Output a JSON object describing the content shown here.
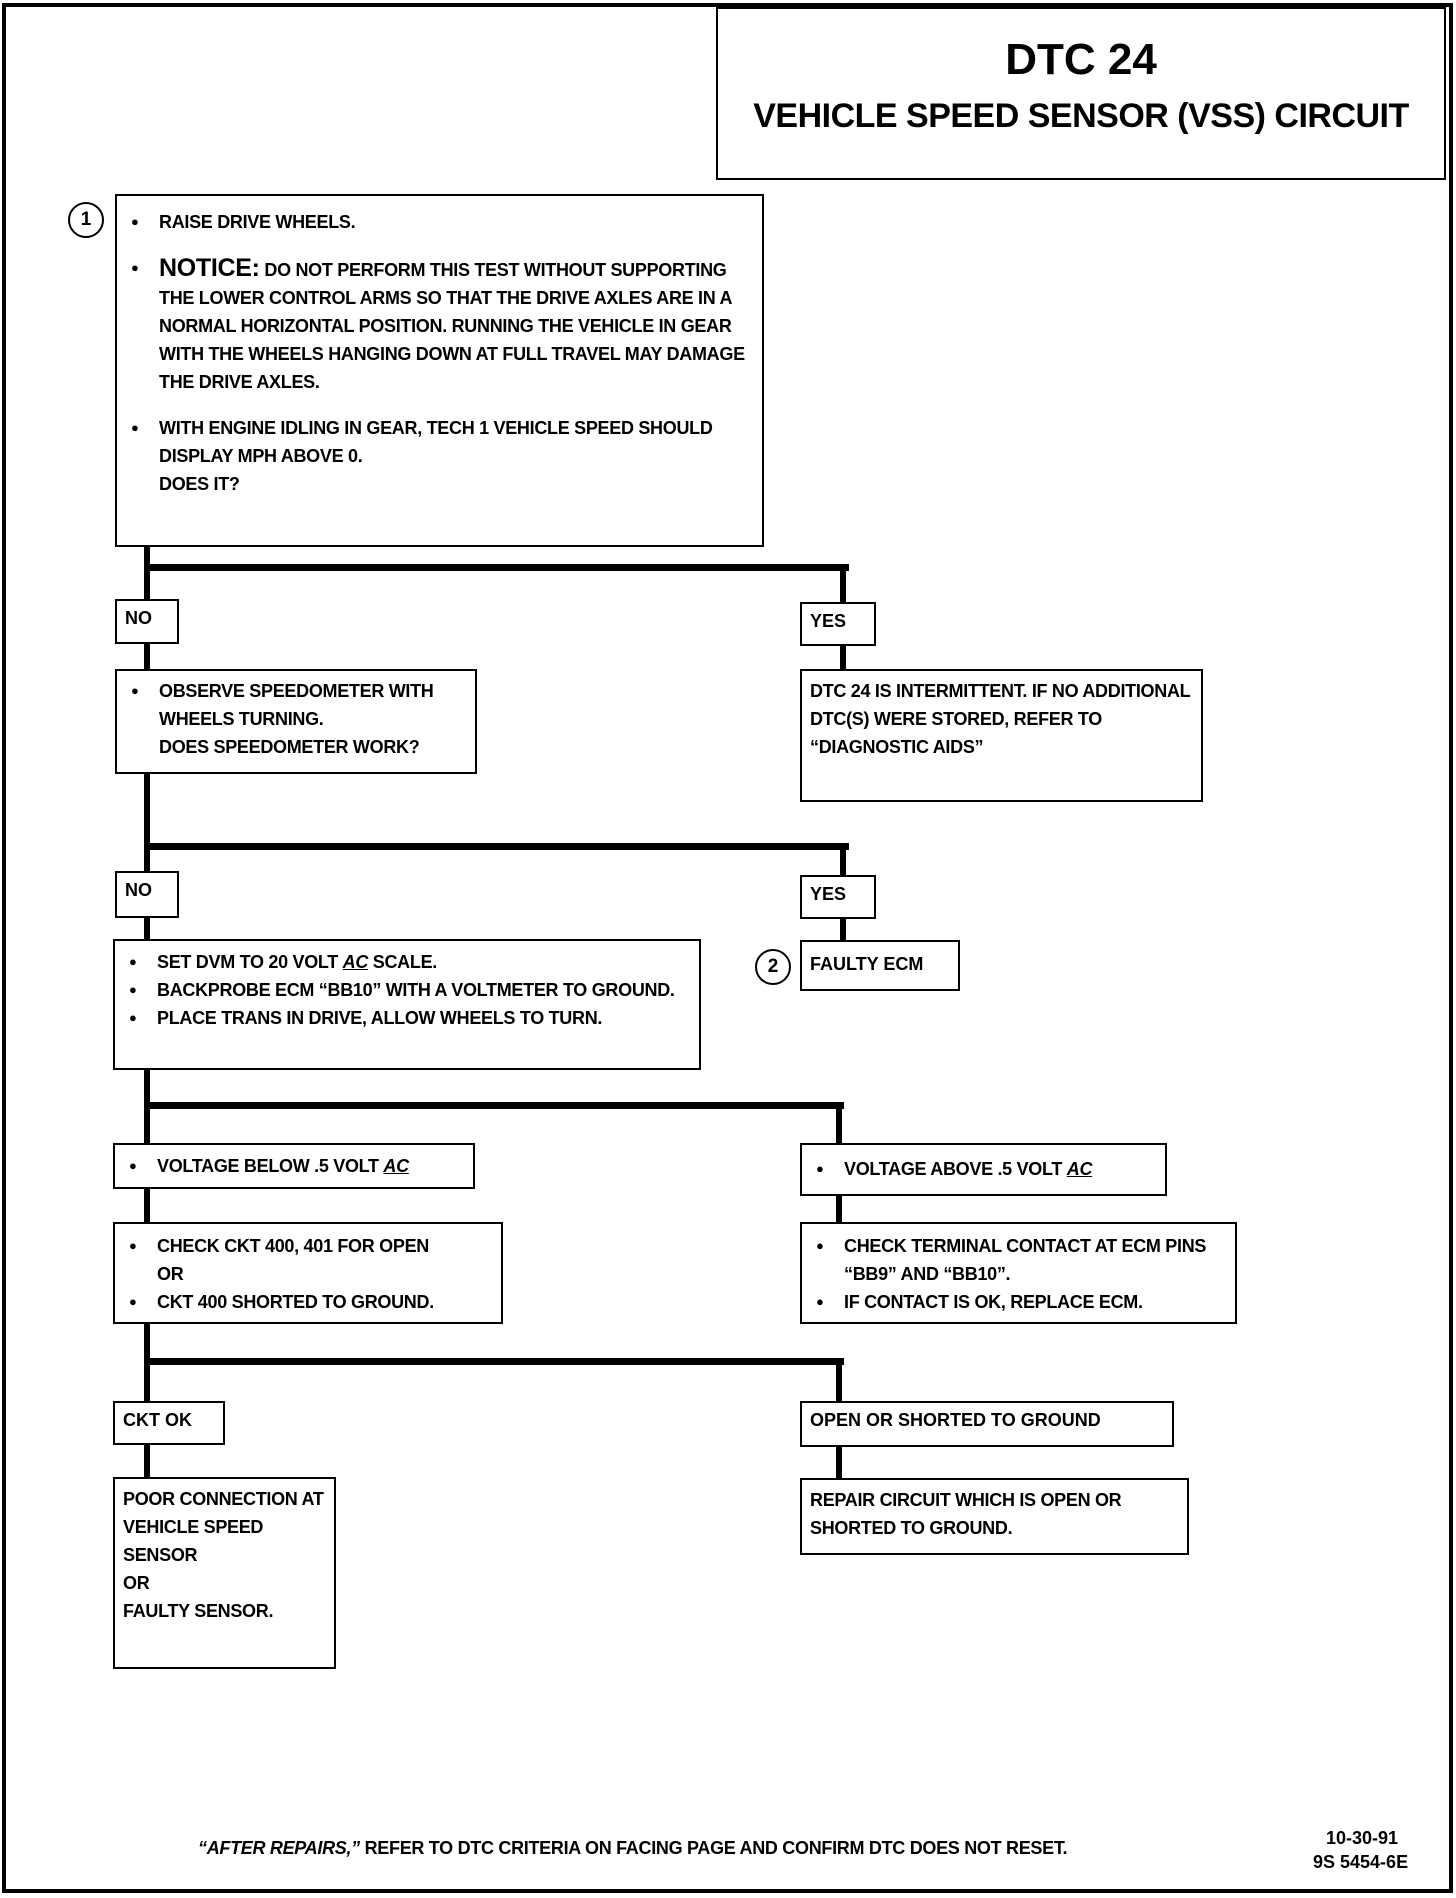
{
  "header": {
    "code": "DTC 24",
    "title": "VEHICLE SPEED SENSOR (VSS) CIRCUIT"
  },
  "steps": {
    "step1_marker": "1",
    "step1": {
      "item1": "RAISE DRIVE WHEELS.",
      "notice_label": "NOTICE:",
      "notice_text": "DO NOT PERFORM THIS TEST WITHOUT SUPPORTING THE LOWER CONTROL ARMS SO THAT THE DRIVE AXLES ARE IN A NORMAL HORIZONTAL POSITION. RUNNING THE VEHICLE IN GEAR WITH THE WHEELS HANGING DOWN AT FULL TRAVEL MAY DAMAGE THE DRIVE AXLES.",
      "item3": "WITH ENGINE IDLING IN GEAR, TECH 1 VEHICLE SPEED SHOULD DISPLAY MPH ABOVE 0.",
      "question": "DOES IT?"
    },
    "no1": "NO",
    "yes1": "YES",
    "observe": {
      "text": "OBSERVE SPEEDOMETER WITH WHEELS TURNING.",
      "question": "DOES SPEEDOMETER WORK?"
    },
    "intermittent": "DTC 24 IS INTERMITTENT.  IF NO ADDITIONAL DTC(S) WERE STORED, REFER TO “DIAGNOSTIC AIDS”",
    "no2": "NO",
    "yes2": "YES",
    "dvm": {
      "item1_pre": "SET DVM TO 20 VOLT ",
      "item1_ac": "AC",
      "item1_post": " SCALE.",
      "item2": "BACKPROBE ECM “BB10” WITH A VOLTMETER TO GROUND.",
      "item3": "PLACE TRANS IN DRIVE,  ALLOW WHEELS TO TURN."
    },
    "step2_marker": "2",
    "faulty_ecm": "FAULTY ECM",
    "voltage_below": {
      "pre": "VOLTAGE BELOW .5 VOLT ",
      "ac": "AC"
    },
    "voltage_above": {
      "pre": "VOLTAGE ABOVE .5 VOLT ",
      "ac": "AC"
    },
    "check_ckt": {
      "item1": "CHECK CKT 400, 401 FOR OPEN",
      "or": "OR",
      "item2": "CKT 400 SHORTED TO GROUND."
    },
    "check_terminal": {
      "item1": "CHECK TERMINAL CONTACT AT ECM PINS “BB9” AND “BB10”.",
      "item2": "IF CONTACT IS OK, REPLACE ECM."
    },
    "ckt_ok": "CKT OK",
    "open_shorted": "OPEN OR SHORTED TO GROUND",
    "poor_connection": "POOR CONNECTION AT VEHICLE SPEED SENSOR",
    "poor_or": "OR",
    "faulty_sensor": "FAULTY SENSOR.",
    "repair": "REPAIR CIRCUIT WHICH IS OPEN OR SHORTED TO GROUND."
  },
  "footer": {
    "after_repairs": "“AFTER REPAIRS,”",
    "note": " REFER TO DTC CRITERIA ON FACING PAGE AND CONFIRM DTC DOES NOT RESET.",
    "date": "10-30-91",
    "code": "9S 5454-6E"
  }
}
